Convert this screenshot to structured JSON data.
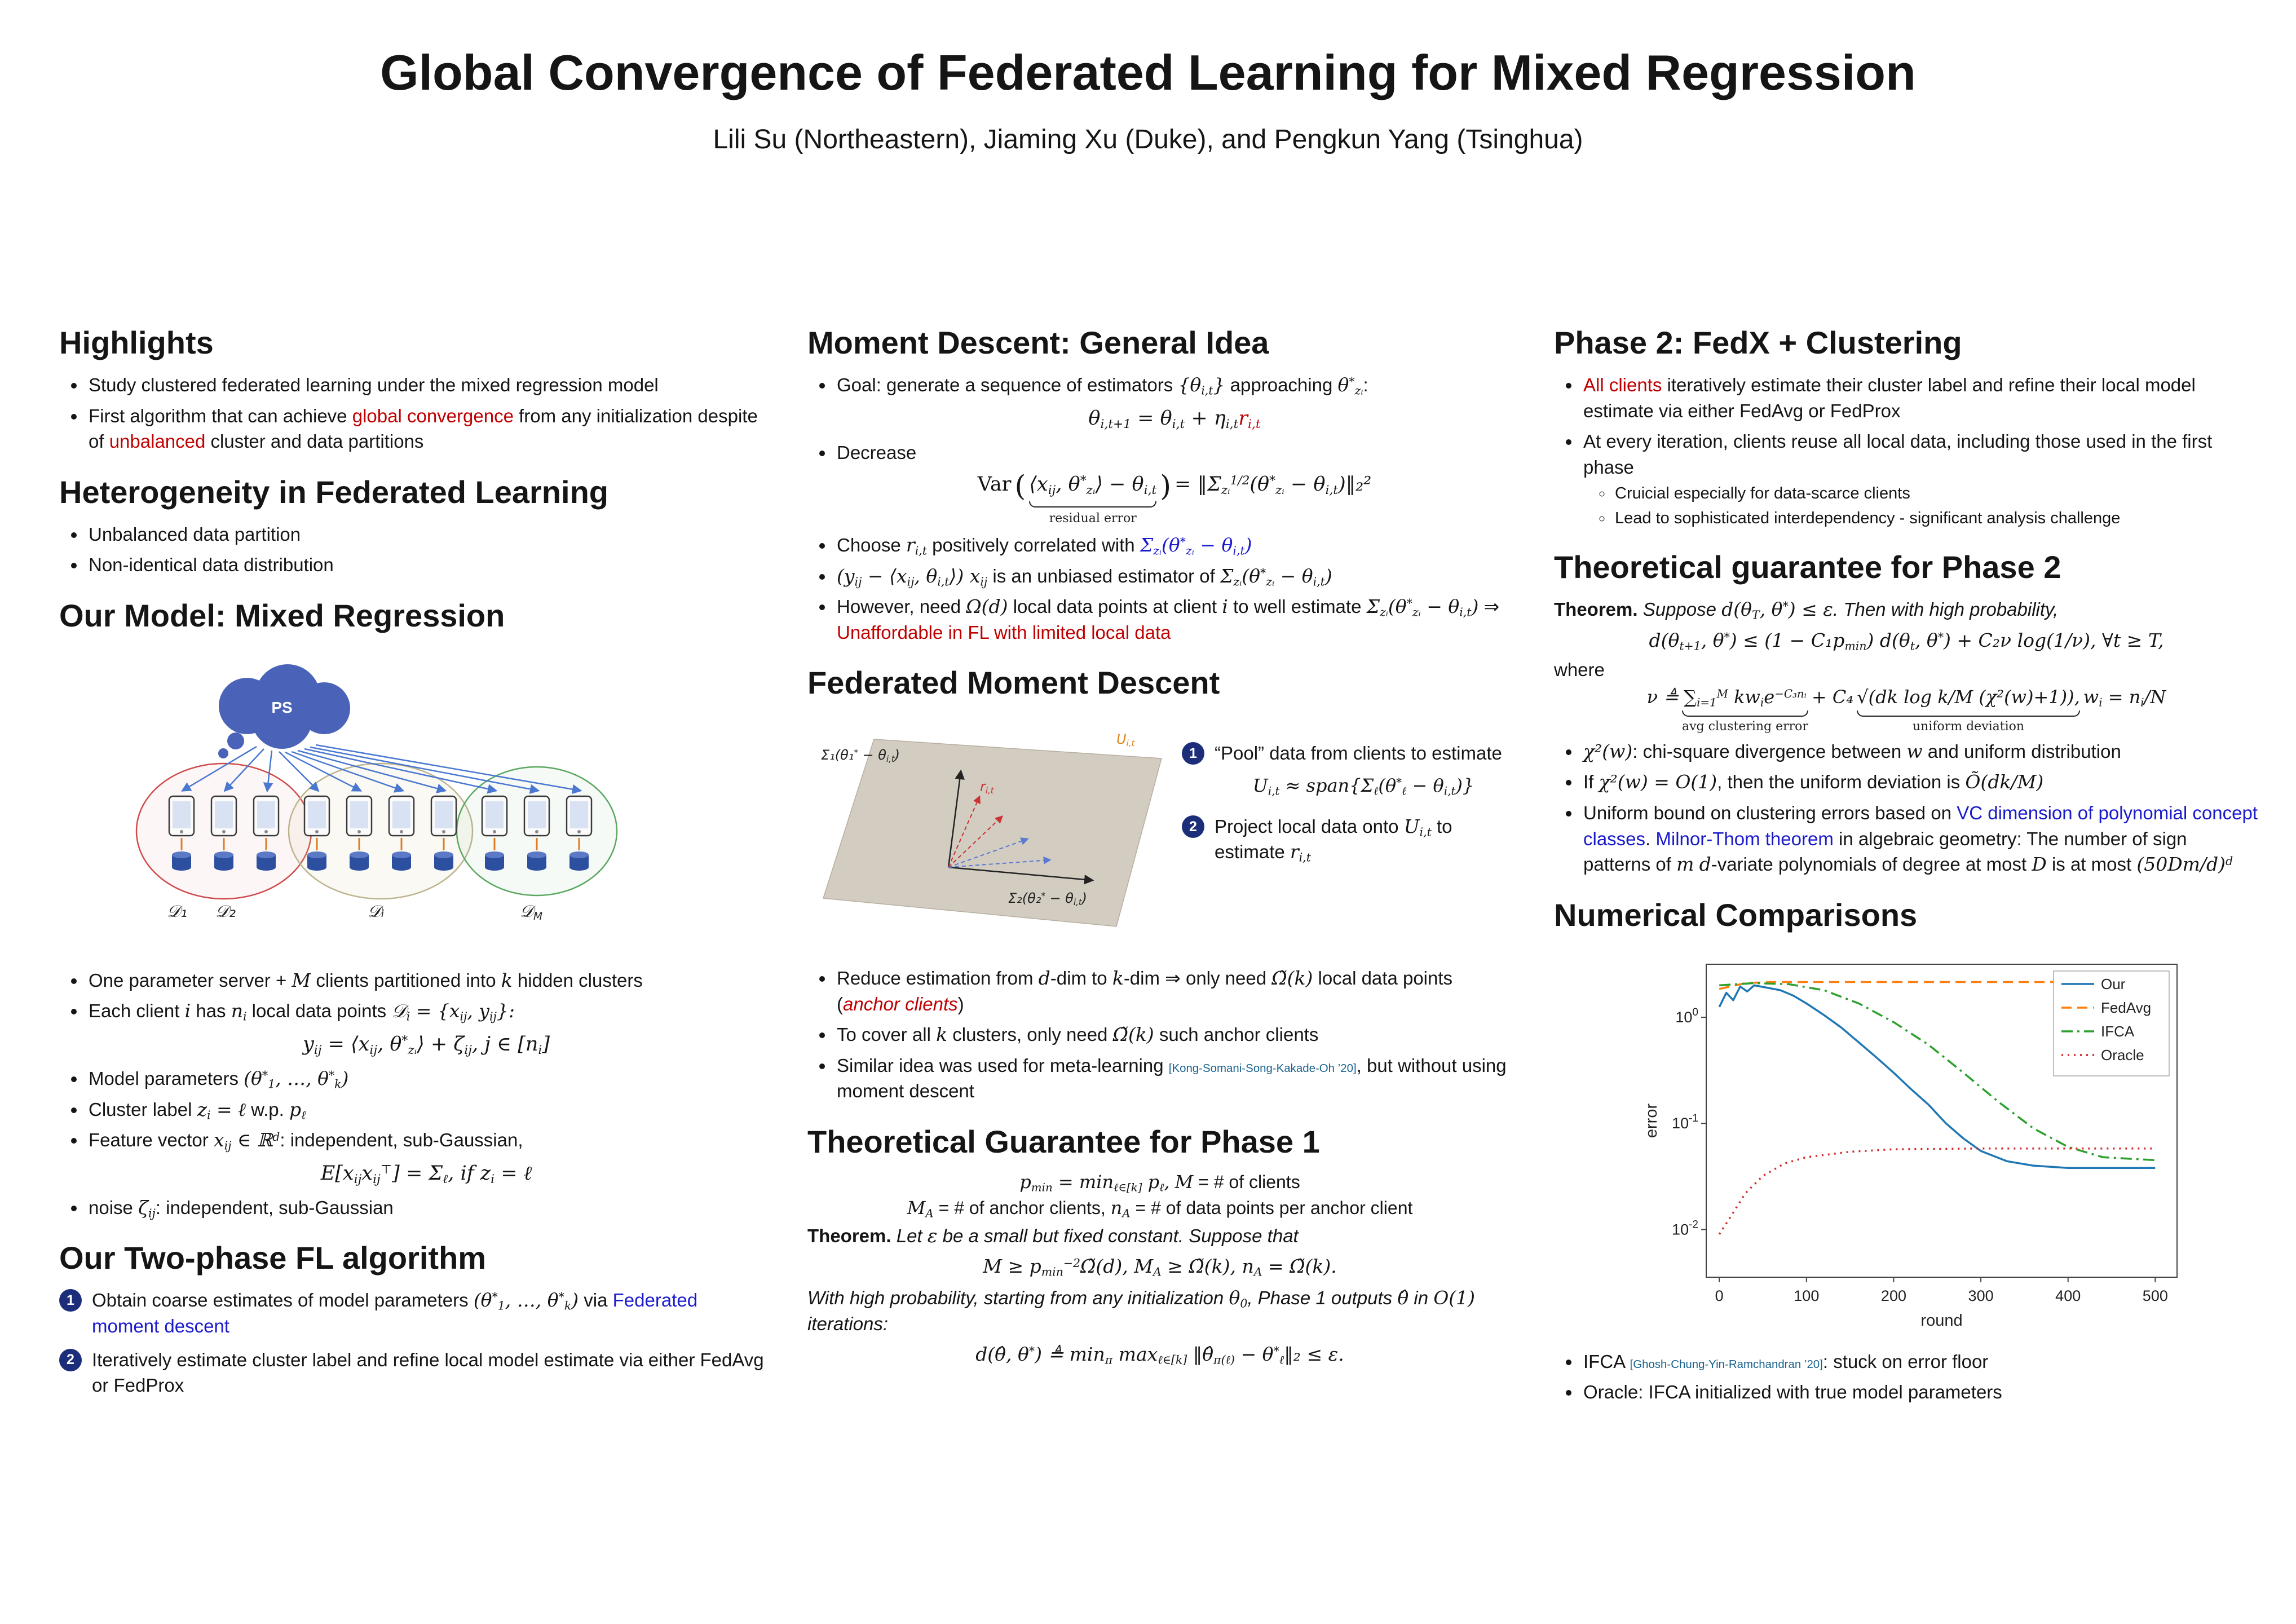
{
  "header": {
    "title": "Global Convergence of Federated Learning for Mixed Regression",
    "authors": "Lili Su (Northeastern), Jiaming Xu (Duke), and Pengkun Yang (Tsinghua)"
  },
  "col1": {
    "highlights": {
      "heading": "Highlights",
      "b1": [
        {
          "t": "Study clustered federated learning under the mixed regression model"
        }
      ],
      "b2": [
        {
          "t": "First algorithm that can achieve "
        },
        {
          "t": "global convergence",
          "s": "red"
        },
        {
          "t": " from any initialization despite of "
        },
        {
          "t": "unbalanced",
          "s": "red"
        },
        {
          "t": " cluster and data partitions"
        }
      ]
    },
    "het": {
      "heading": "Heterogeneity in Federated Learning",
      "b1": [
        {
          "t": "Unbalanced data partition"
        }
      ],
      "b2": [
        {
          "t": "Non-identical data distribution"
        }
      ]
    },
    "model": {
      "heading": "Our Model: Mixed Regression",
      "diagram": {
        "ps": "PS",
        "d1": "𝒟₁",
        "d2": "𝒟₂",
        "di": "𝒟ᵢ",
        "dm": "𝒟_(M)"
      },
      "b1": [
        {
          "t": "One parameter server + "
        },
        {
          "t": "M",
          "s": "m"
        },
        {
          "t": " clients partitioned into "
        },
        {
          "t": "k",
          "s": "m"
        },
        {
          "t": " hidden clusters"
        }
      ],
      "b2": [
        {
          "t": "Each client "
        },
        {
          "t": "i",
          "s": "m"
        },
        {
          "t": " has "
        },
        {
          "t": "n_(i)",
          "s": "m"
        },
        {
          "t": " local data points "
        },
        {
          "t": "𝒟_(i) = {x_(ij), y_(ij)}:",
          "s": "m"
        }
      ],
      "m1": "y_(ij) = ⟨x_(ij), θ^(*)_(zᵢ)⟩ + ζ_(ij),   j ∈ [n_(i)]",
      "b3": [
        {
          "t": "Model parameters "
        },
        {
          "t": "(θ^(*)_(1), …, θ^(*)_(k))",
          "s": "m"
        }
      ],
      "b4": [
        {
          "t": "Cluster label "
        },
        {
          "t": "z_(i) = ℓ",
          "s": "m"
        },
        {
          "t": " w.p. "
        },
        {
          "t": "p_(ℓ)",
          "s": "m"
        }
      ],
      "b5": [
        {
          "t": "Feature vector "
        },
        {
          "t": "x_(ij) ∈ ℝ^(d)",
          "s": "m"
        },
        {
          "t": ": independent, sub-Gaussian,"
        }
      ],
      "m2": "E[x_(ij)x_(ij)^(⊤)] = Σ_(ℓ),   if z_(i) = ℓ",
      "b6": [
        {
          "t": "noise "
        },
        {
          "t": "ζ_(ij)",
          "s": "m"
        },
        {
          "t": ": independent, sub-Gaussian"
        }
      ]
    },
    "algo": {
      "heading": "Our Two-phase FL algorithm",
      "n1": {
        "num": "1",
        "rich": [
          {
            "t": "Obtain coarse estimates of model parameters "
          },
          {
            "t": "(θ^(*)_(1), …, θ^(*)_(k))",
            "s": "m"
          },
          {
            "t": " via "
          },
          {
            "t": "Federated moment descent",
            "s": "blue"
          }
        ]
      },
      "n2": {
        "num": "2",
        "rich": [
          {
            "t": "Iteratively estimate cluster label and refine local model estimate via either FedAvg or FedProx"
          }
        ]
      }
    }
  },
  "col2": {
    "idea": {
      "heading": "Moment Descent: General Idea",
      "b1": [
        {
          "t": "Goal: generate a sequence of estimators "
        },
        {
          "t": "{θ_(i,t)}",
          "s": "m"
        },
        {
          "t": " approaching "
        },
        {
          "t": "θ^(*)_(zᵢ)",
          "s": "m"
        },
        {
          "t": ":"
        }
      ],
      "m1": [
        {
          "t": "θ_(i,t+1) = θ_(i,t) + η_(i,t)"
        },
        {
          "t": "r_(i,t)",
          "s": "red"
        }
      ],
      "b2": [
        {
          "t": "Decrease"
        }
      ],
      "var": {
        "lhs": "Var",
        "lp": "(",
        "ub_expr": "⟨x_(ij), θ^(*)_(zᵢ)⟩ − θ_(i,t)",
        "ub_label": "residual error",
        "rp": ")",
        "rhs": " = ‖Σ_(zᵢ)^(1/2)(θ^(*)_(zᵢ) − θ_(i,t))‖₂²"
      },
      "b3": [
        {
          "t": "Choose "
        },
        {
          "t": "r_(i,t)",
          "s": "m"
        },
        {
          "t": " positively correlated with "
        },
        {
          "t": "Σ_(zᵢ)(θ^(*)_(zᵢ) − θ_(i,t))",
          "s": "m blue"
        }
      ],
      "b4": [
        {
          "t": "(y_(ij) − ⟨x_(ij), θ_(i,t)⟩) x_(ij)",
          "s": "m"
        },
        {
          "t": " is an unbiased estimator of "
        },
        {
          "t": "Σ_(zᵢ)(θ^(*)_(zᵢ) − θ_(i,t))",
          "s": "m"
        }
      ],
      "b5": [
        {
          "t": "However, need "
        },
        {
          "t": "Ω(d)",
          "s": "m"
        },
        {
          "t": " local data points at client "
        },
        {
          "t": "i",
          "s": "m"
        },
        {
          "t": " to well estimate "
        },
        {
          "t": "Σ_(zᵢ)(θ^(*)_(zᵢ) − θ_(i,t))",
          "s": "m"
        },
        {
          "t": " ⇒ "
        },
        {
          "t": "Unaffordable in FL with limited local data",
          "s": "red"
        }
      ]
    },
    "fmd": {
      "heading": "Federated Moment Descent",
      "diagram": {
        "sigma1": "Σ₁(θ₁^(*) − θ_(i,t))",
        "r": "r_(i,t)",
        "sigma2": "Σ₂(θ₂^(*) − θ_(i,t))",
        "u": "U_(i,t)"
      },
      "n1": {
        "num": "1",
        "rich": [
          {
            "t": "“Pool” data from clients to estimate"
          }
        ],
        "math": "U_(i,t) ≈ span{Σ_(ℓ)(θ^(*)_(ℓ) − θ_(i,t))}"
      },
      "n2": {
        "num": "2",
        "rich": [
          {
            "t": "Project local data onto "
          },
          {
            "t": "U_(i,t)",
            "s": "m"
          },
          {
            "t": " to estimate "
          },
          {
            "t": "r_(i,t)",
            "s": "m"
          }
        ]
      },
      "b1": [
        {
          "t": "Reduce estimation from "
        },
        {
          "t": "d",
          "s": "m"
        },
        {
          "t": "-dim to "
        },
        {
          "t": "k",
          "s": "m"
        },
        {
          "t": "-dim ⇒ only need "
        },
        {
          "t": "Ω̃(k)",
          "s": "m"
        },
        {
          "t": " local data points ("
        },
        {
          "t": "anchor clients",
          "s": "red it"
        },
        {
          "t": ")"
        }
      ],
      "b2": [
        {
          "t": "To cover all "
        },
        {
          "t": "k",
          "s": "m"
        },
        {
          "t": " clusters, only need "
        },
        {
          "t": "Ω̃(k)",
          "s": "m"
        },
        {
          "t": " such anchor clients"
        }
      ],
      "b3": [
        {
          "t": "Similar idea was used for meta-learning "
        },
        {
          "t": "[Kong-Somani-Song-Kakade-Oh ’20]",
          "s": "cite"
        },
        {
          "t": ", but without using moment descent"
        }
      ]
    },
    "phase1": {
      "heading": "Theoretical Guarantee for Phase 1",
      "m1": [
        {
          "t": "p_(min) = min_(ℓ∈[k]) p_(ℓ),",
          "s": "m"
        },
        {
          "t": "    "
        },
        {
          "t": "M",
          "s": "m"
        },
        {
          "t": " = # of clients"
        }
      ],
      "m2": [
        {
          "t": "M_(A)",
          "s": "m"
        },
        {
          "t": " = # of anchor clients,    "
        },
        {
          "t": "n_(A)",
          "s": "m"
        },
        {
          "t": " = # of data points per anchor client"
        }
      ],
      "thm": {
        "lbl": "Theorem.",
        "body": [
          {
            "t": "Let "
          },
          {
            "t": "ε",
            "s": "m"
          },
          {
            "t": " be a small but fixed constant. Suppose that"
          }
        ]
      },
      "m3": "M ≥ p_(min)^(−2)Ω̃(d),    M_(A) ≥ Ω̃(k),    n_(A) = Ω̃(k).",
      "p1": [
        {
          "t": "With high probability, starting from any initialization "
        },
        {
          "t": "θ_(0)",
          "s": "m"
        },
        {
          "t": ", Phase 1 outputs "
        },
        {
          "t": "θ̂",
          "s": "m"
        },
        {
          "t": " in "
        },
        {
          "t": "O(1)",
          "s": "m"
        },
        {
          "t": " iterations:"
        }
      ],
      "m4": "d(θ̂, θ^(*)) ≜ min_(π) max_(ℓ∈[k]) ‖θ̂_(π(ℓ)) − θ^(*)_(ℓ)‖₂ ≤ ε."
    }
  },
  "col3": {
    "phase2": {
      "heading": "Phase 2: FedX + Clustering",
      "b1": [
        {
          "t": "All clients",
          "s": "red"
        },
        {
          "t": " iteratively estimate their cluster label and refine their local model estimate via either FedAvg or FedProx"
        }
      ],
      "b2": [
        {
          "t": "At every iteration, clients reuse all local data, including those used in the first phase"
        }
      ],
      "s1": [
        {
          "t": "Cruicial especially for data-scarce clients"
        }
      ],
      "s2": [
        {
          "t": "Lead to sophisticated interdependency - significant analysis challenge"
        }
      ]
    },
    "thm2": {
      "heading": "Theoretical guarantee for Phase 2",
      "thm": {
        "lbl": "Theorem.",
        "body": [
          {
            "t": "Suppose "
          },
          {
            "t": "d(θ_(T), θ^(*)) ≤ ε",
            "s": "m"
          },
          {
            "t": ". Then with high probability,"
          }
        ]
      },
      "m1": "d(θ_(t+1), θ^(*)) ≤ (1 − C₁p_(min)) d(θ_(t), θ^(*)) + C₂ν log(1/ν),    ∀t ≥ T,",
      "where": "where",
      "nu": {
        "lhs": "ν ≜ ",
        "t1": "∑_(i=1)^(M) kw_(i)e^(−C₃nᵢ)",
        "l1": "avg clustering error",
        "mid": " + C₄",
        "t2": "√(dk log k/M (χ²(w)+1)),",
        "l2": "uniform deviation",
        "tail": "   w_(i) = n_(i)/N"
      },
      "b1": [
        {
          "t": "χ²(w)",
          "s": "m"
        },
        {
          "t": ": chi-square divergence between "
        },
        {
          "t": "w",
          "s": "m"
        },
        {
          "t": " and uniform distribution"
        }
      ],
      "b2": [
        {
          "t": "If "
        },
        {
          "t": "χ²(w) = O(1)",
          "s": "m"
        },
        {
          "t": ", then the uniform deviation is "
        },
        {
          "t": "Õ(dk/M)",
          "s": "m"
        }
      ],
      "b3": [
        {
          "t": "Uniform bound on clustering errors based on "
        },
        {
          "t": "VC dimension of polynomial concept classes",
          "s": "blue"
        },
        {
          "t": ". "
        },
        {
          "t": "Milnor-Thom theorem",
          "s": "blue"
        },
        {
          "t": " in algebraic geometry: The number of sign patterns of "
        },
        {
          "t": "m",
          "s": "m"
        },
        {
          "t": " "
        },
        {
          "t": "d",
          "s": "m"
        },
        {
          "t": "-variate polynomials of degree at most "
        },
        {
          "t": "D",
          "s": "m"
        },
        {
          "t": " is at most "
        },
        {
          "t": "(50Dm/d)^(d)",
          "s": "m"
        }
      ]
    },
    "numerical": {
      "heading": "Numerical Comparisons",
      "b1": [
        {
          "t": "IFCA "
        },
        {
          "t": "[Ghosh-Chung-Yin-Ramchandran ’20]",
          "s": "cite"
        },
        {
          "t": ": stuck on error floor"
        }
      ],
      "b2": [
        {
          "t": "Oracle: IFCA initialized with true model parameters"
        }
      ]
    }
  },
  "chart_data": {
    "type": "line",
    "title": "",
    "xlabel": "round",
    "ylabel": "error",
    "x_ticks": [
      0,
      100,
      200,
      300,
      400,
      500
    ],
    "y_tick_exps": [
      0,
      -1,
      -2
    ],
    "xlim": [
      -15,
      525
    ],
    "ylog_range": [
      -2.45,
      0.5
    ],
    "grid": false,
    "legend_position": "upper right",
    "series": [
      {
        "name": "Our",
        "color": "#1f77b4",
        "style": "solid",
        "x": [
          0,
          8,
          16,
          24,
          32,
          40,
          55,
          70,
          85,
          100,
          120,
          140,
          160,
          180,
          200,
          220,
          240,
          260,
          280,
          300,
          330,
          360,
          400,
          450,
          500
        ],
        "y": [
          1.25,
          1.7,
          1.45,
          1.95,
          1.75,
          2.0,
          1.9,
          1.8,
          1.6,
          1.35,
          1.05,
          0.8,
          0.58,
          0.42,
          0.3,
          0.21,
          0.15,
          0.1,
          0.072,
          0.055,
          0.044,
          0.04,
          0.038,
          0.038,
          0.038
        ]
      },
      {
        "name": "FedAvg",
        "color": "#ff7f0e",
        "style": "dashed",
        "x": [
          0,
          30,
          60,
          500
        ],
        "y": [
          1.85,
          2.1,
          2.15,
          2.15
        ]
      },
      {
        "name": "IFCA",
        "color": "#2ca02c",
        "style": "dashdot",
        "x": [
          0,
          40,
          80,
          120,
          160,
          200,
          240,
          280,
          320,
          360,
          400,
          440,
          500
        ],
        "y": [
          2.0,
          2.1,
          2.05,
          1.8,
          1.35,
          0.9,
          0.55,
          0.3,
          0.16,
          0.09,
          0.06,
          0.048,
          0.045
        ]
      },
      {
        "name": "Oracle",
        "color": "#d62728",
        "style": "dotted",
        "x": [
          0,
          15,
          30,
          50,
          75,
          100,
          150,
          200,
          300,
          400,
          500
        ],
        "y": [
          0.009,
          0.014,
          0.022,
          0.032,
          0.042,
          0.048,
          0.054,
          0.057,
          0.058,
          0.058,
          0.058
        ]
      }
    ]
  }
}
